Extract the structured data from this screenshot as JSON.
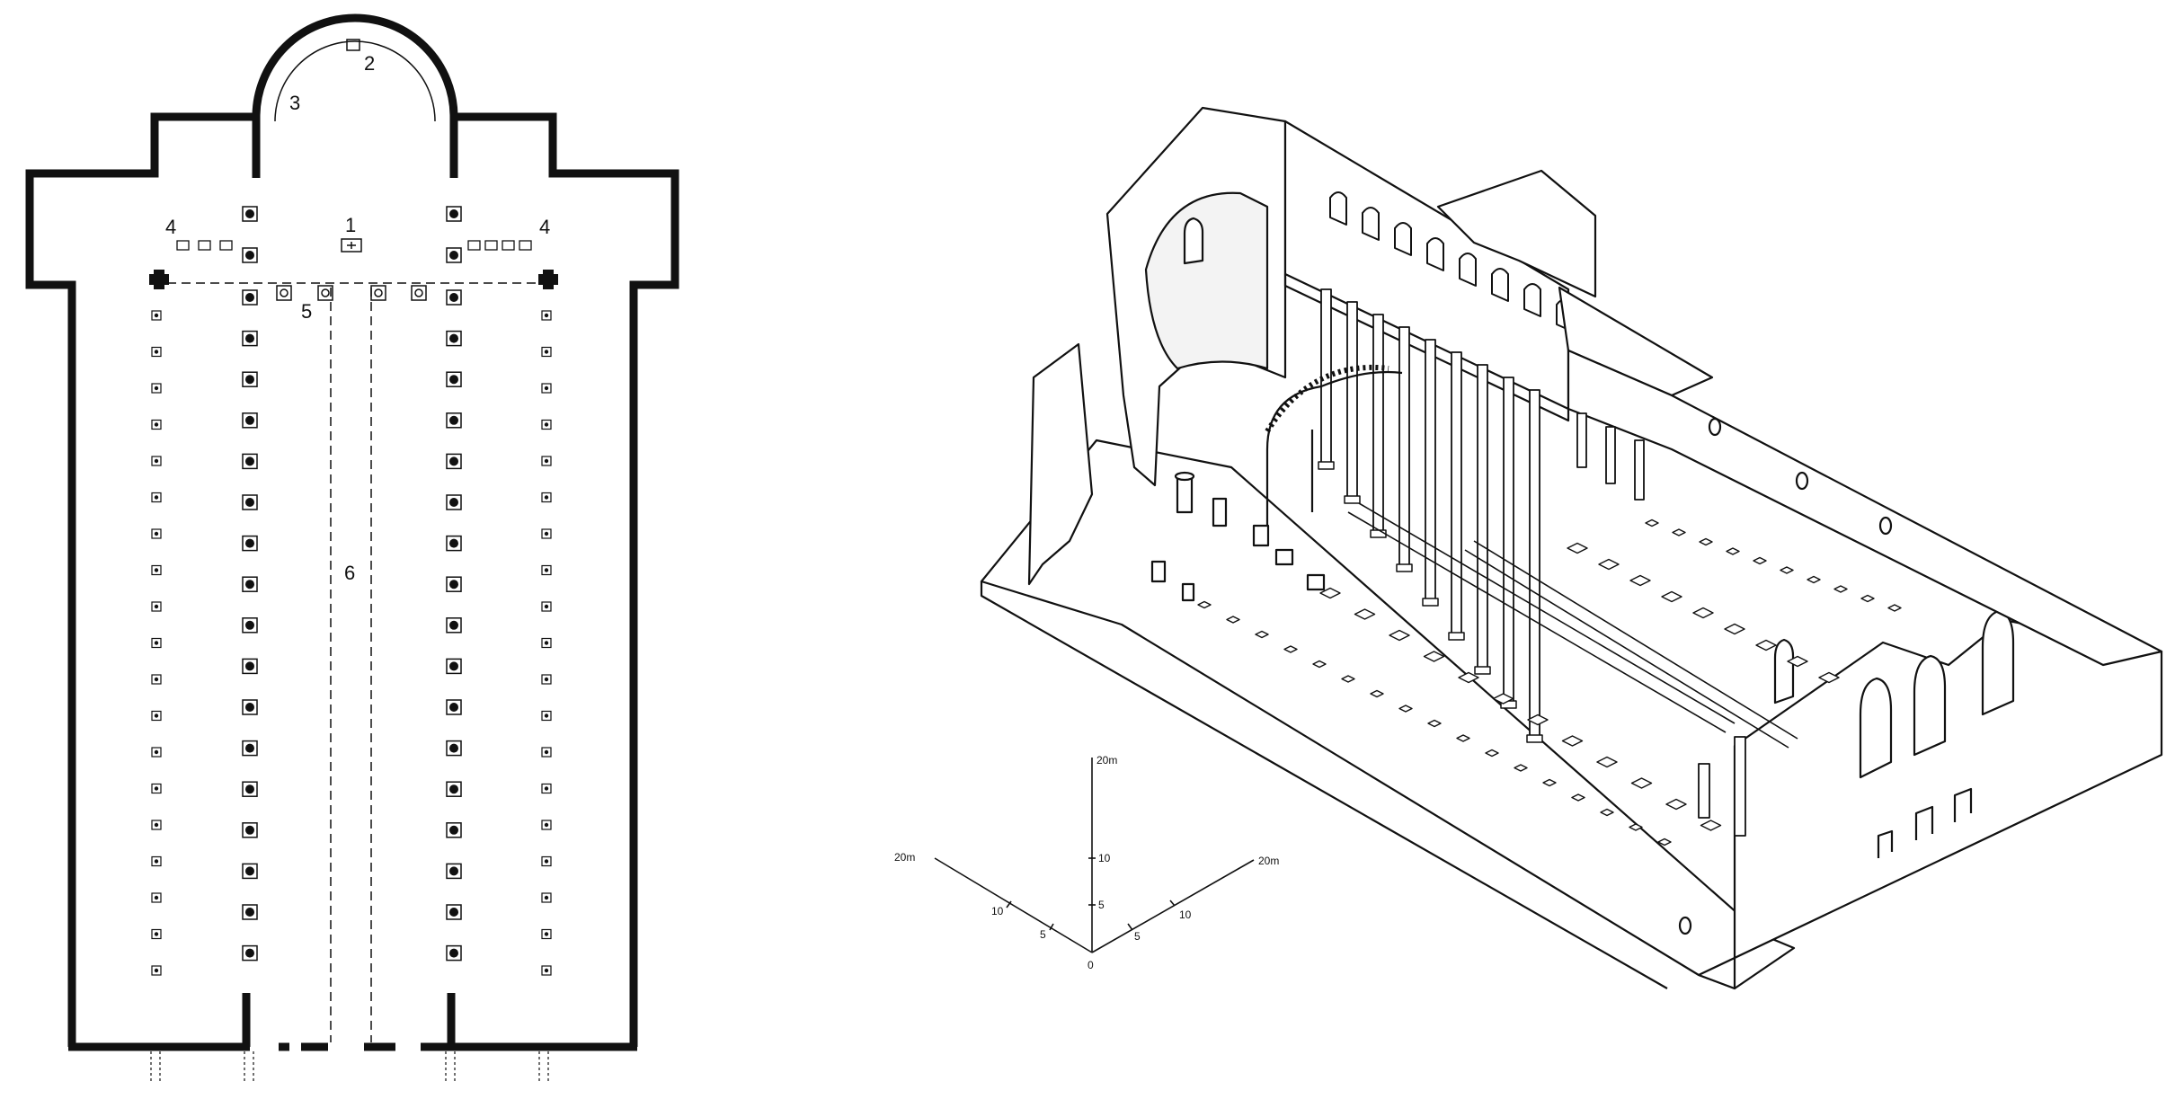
{
  "plan": {
    "labels": {
      "altar": "1",
      "cathedra": "2",
      "apse": "3",
      "pastophoria": "4",
      "chancel": "5",
      "solea": "6"
    },
    "bays_per_colonnade": 17
  },
  "scale": {
    "vertical_top": "20m",
    "vertical_mid": "10",
    "vertical_low": "5",
    "vertical_zero": "0",
    "left_end": "20m",
    "left_mid": "10",
    "left_low": "5",
    "right_end": "20m",
    "right_mid": "10",
    "right_low": "5"
  },
  "colors": {
    "ink": "#111111",
    "paper": "#ffffff"
  }
}
